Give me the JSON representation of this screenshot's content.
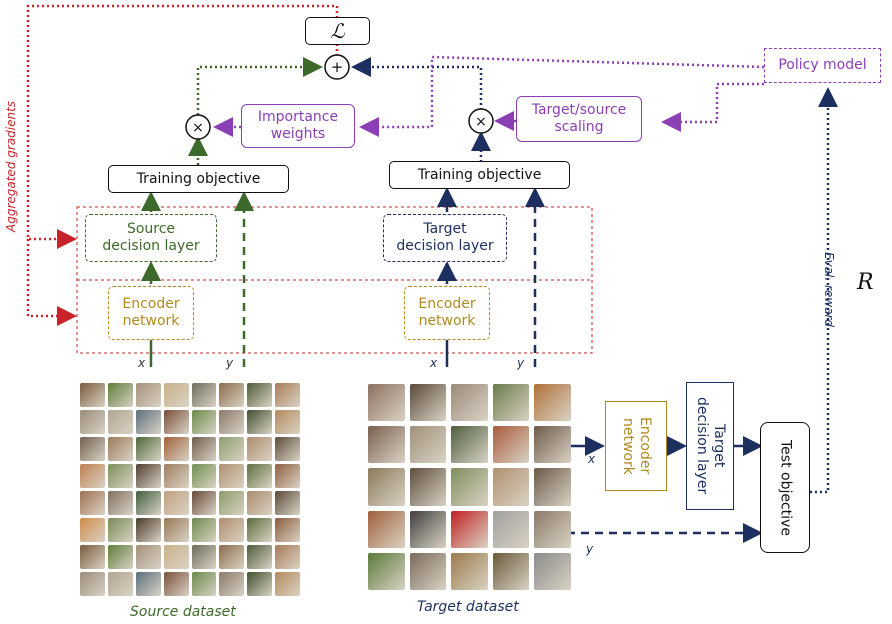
{
  "loss_symbol": "ℒ",
  "plus_symbol": "+",
  "times_symbol": "×",
  "training_objective_src": "Training objective",
  "training_objective_tgt": "Training objective",
  "importance_weights": "Importance\nweights",
  "target_source_scaling": "Target/source\nscaling",
  "policy_model": "Policy model",
  "source_decision_layer": "Source\ndecision layer",
  "target_decision_layer": "Target\ndecision layer",
  "encoder_network_src": "Encoder\nnetwork",
  "encoder_network_tgt": "Encoder\nnetwork",
  "encoder_network_test": "Encoder\nnetwork",
  "target_decision_layer_test": "Target\ndecision layer",
  "test_objective": "Test objective",
  "aggregated_gradients": "Aggregated gradients",
  "eval_reward": "Eval. reward",
  "reward_symbol": "R",
  "x_label": "x",
  "y_label": "y",
  "source_dataset": "Source dataset",
  "target_dataset": "Target dataset",
  "colors": {
    "red": "#c8232a",
    "green": "#3d6a2a",
    "navy": "#1c2f5e",
    "purple": "#8a3fb5",
    "gold": "#b08a1f",
    "black": "#111111"
  },
  "source_thumb_colors": [
    "#7a5a3c",
    "#5e7d3a",
    "#a3907a",
    "#c9b18a",
    "#6d6d5a",
    "#8c6b4a",
    "#4f5c3a",
    "#a87b56",
    "#9a8c7a",
    "#b0a48e",
    "#5a6e7e",
    "#7b4f3a",
    "#6a8a4a",
    "#8a7a6a",
    "#3f4f2e",
    "#b38a5a",
    "#726050",
    "#9b7b5b",
    "#4c6a3c",
    "#a0603a",
    "#6e5e4e",
    "#8e9e6e",
    "#ad8d6d",
    "#5d4d3d",
    "#c08050",
    "#7d8d5d",
    "#4e3e2e",
    "#9e7e5e",
    "#6f8f4f",
    "#b09070",
    "#5f6f3f",
    "#8f5f3f",
    "#a07050",
    "#7f6f5f",
    "#3f5f3f",
    "#c0a080",
    "#6a4a3a",
    "#8a9a6a",
    "#aa8a6a",
    "#5a4a3a",
    "#d08a4a",
    "#7a8a5a",
    "#4a3a2a",
    "#9a7a5a",
    "#6b8b4b",
    "#b08c6c",
    "#5b6b3b",
    "#8b5b3b"
  ],
  "target_thumb_colors": [
    "#8c7060",
    "#5a4a3a",
    "#9a8a7a",
    "#6a7a4a",
    "#b0703a",
    "#7a6050",
    "#a0907a",
    "#4e5e3e",
    "#a85a3a",
    "#6e5a4a",
    "#8a7a5a",
    "#5e4e3e",
    "#7e8e5e",
    "#b09070",
    "#6a5a4a",
    "#a0603a",
    "#3f3f3f",
    "#c02020",
    "#a0a0a0",
    "#8a7a6a",
    "#5a7a3a",
    "#7a6a5a",
    "#9a7a4a",
    "#6a5a3a",
    "#8a8a8a"
  ]
}
